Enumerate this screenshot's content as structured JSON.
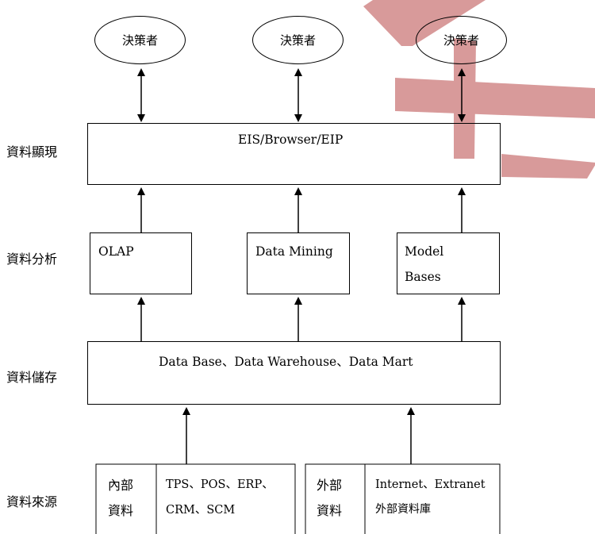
{
  "decision_makers": [
    "決策者",
    "決策者",
    "決策者"
  ],
  "layers": {
    "presentation": "資料顯現",
    "analysis": "資料分析",
    "storage": "資料儲存",
    "source": "資料來源"
  },
  "presentation_box": "EIS/Browser/EIP",
  "analysis_boxes": {
    "olap": "OLAP",
    "data_mining": "Data Mining",
    "model_bases_line1": "Model",
    "model_bases_line2": "Bases"
  },
  "storage_box": "Data Base、Data Warehouse、Data Mart",
  "sources": {
    "internal_label_line1": "內部",
    "internal_label_line2": "資料",
    "internal_systems_line1": "TPS、POS、ERP、",
    "internal_systems_line2": "CRM、SCM",
    "external_label_line1": "外部",
    "external_label_line2": "資料",
    "external_systems_line1": "Internet、Extranet",
    "external_systems_line2": "外部資料庫"
  },
  "colors": {
    "watermark": "#d89a9a",
    "line": "#000000"
  }
}
